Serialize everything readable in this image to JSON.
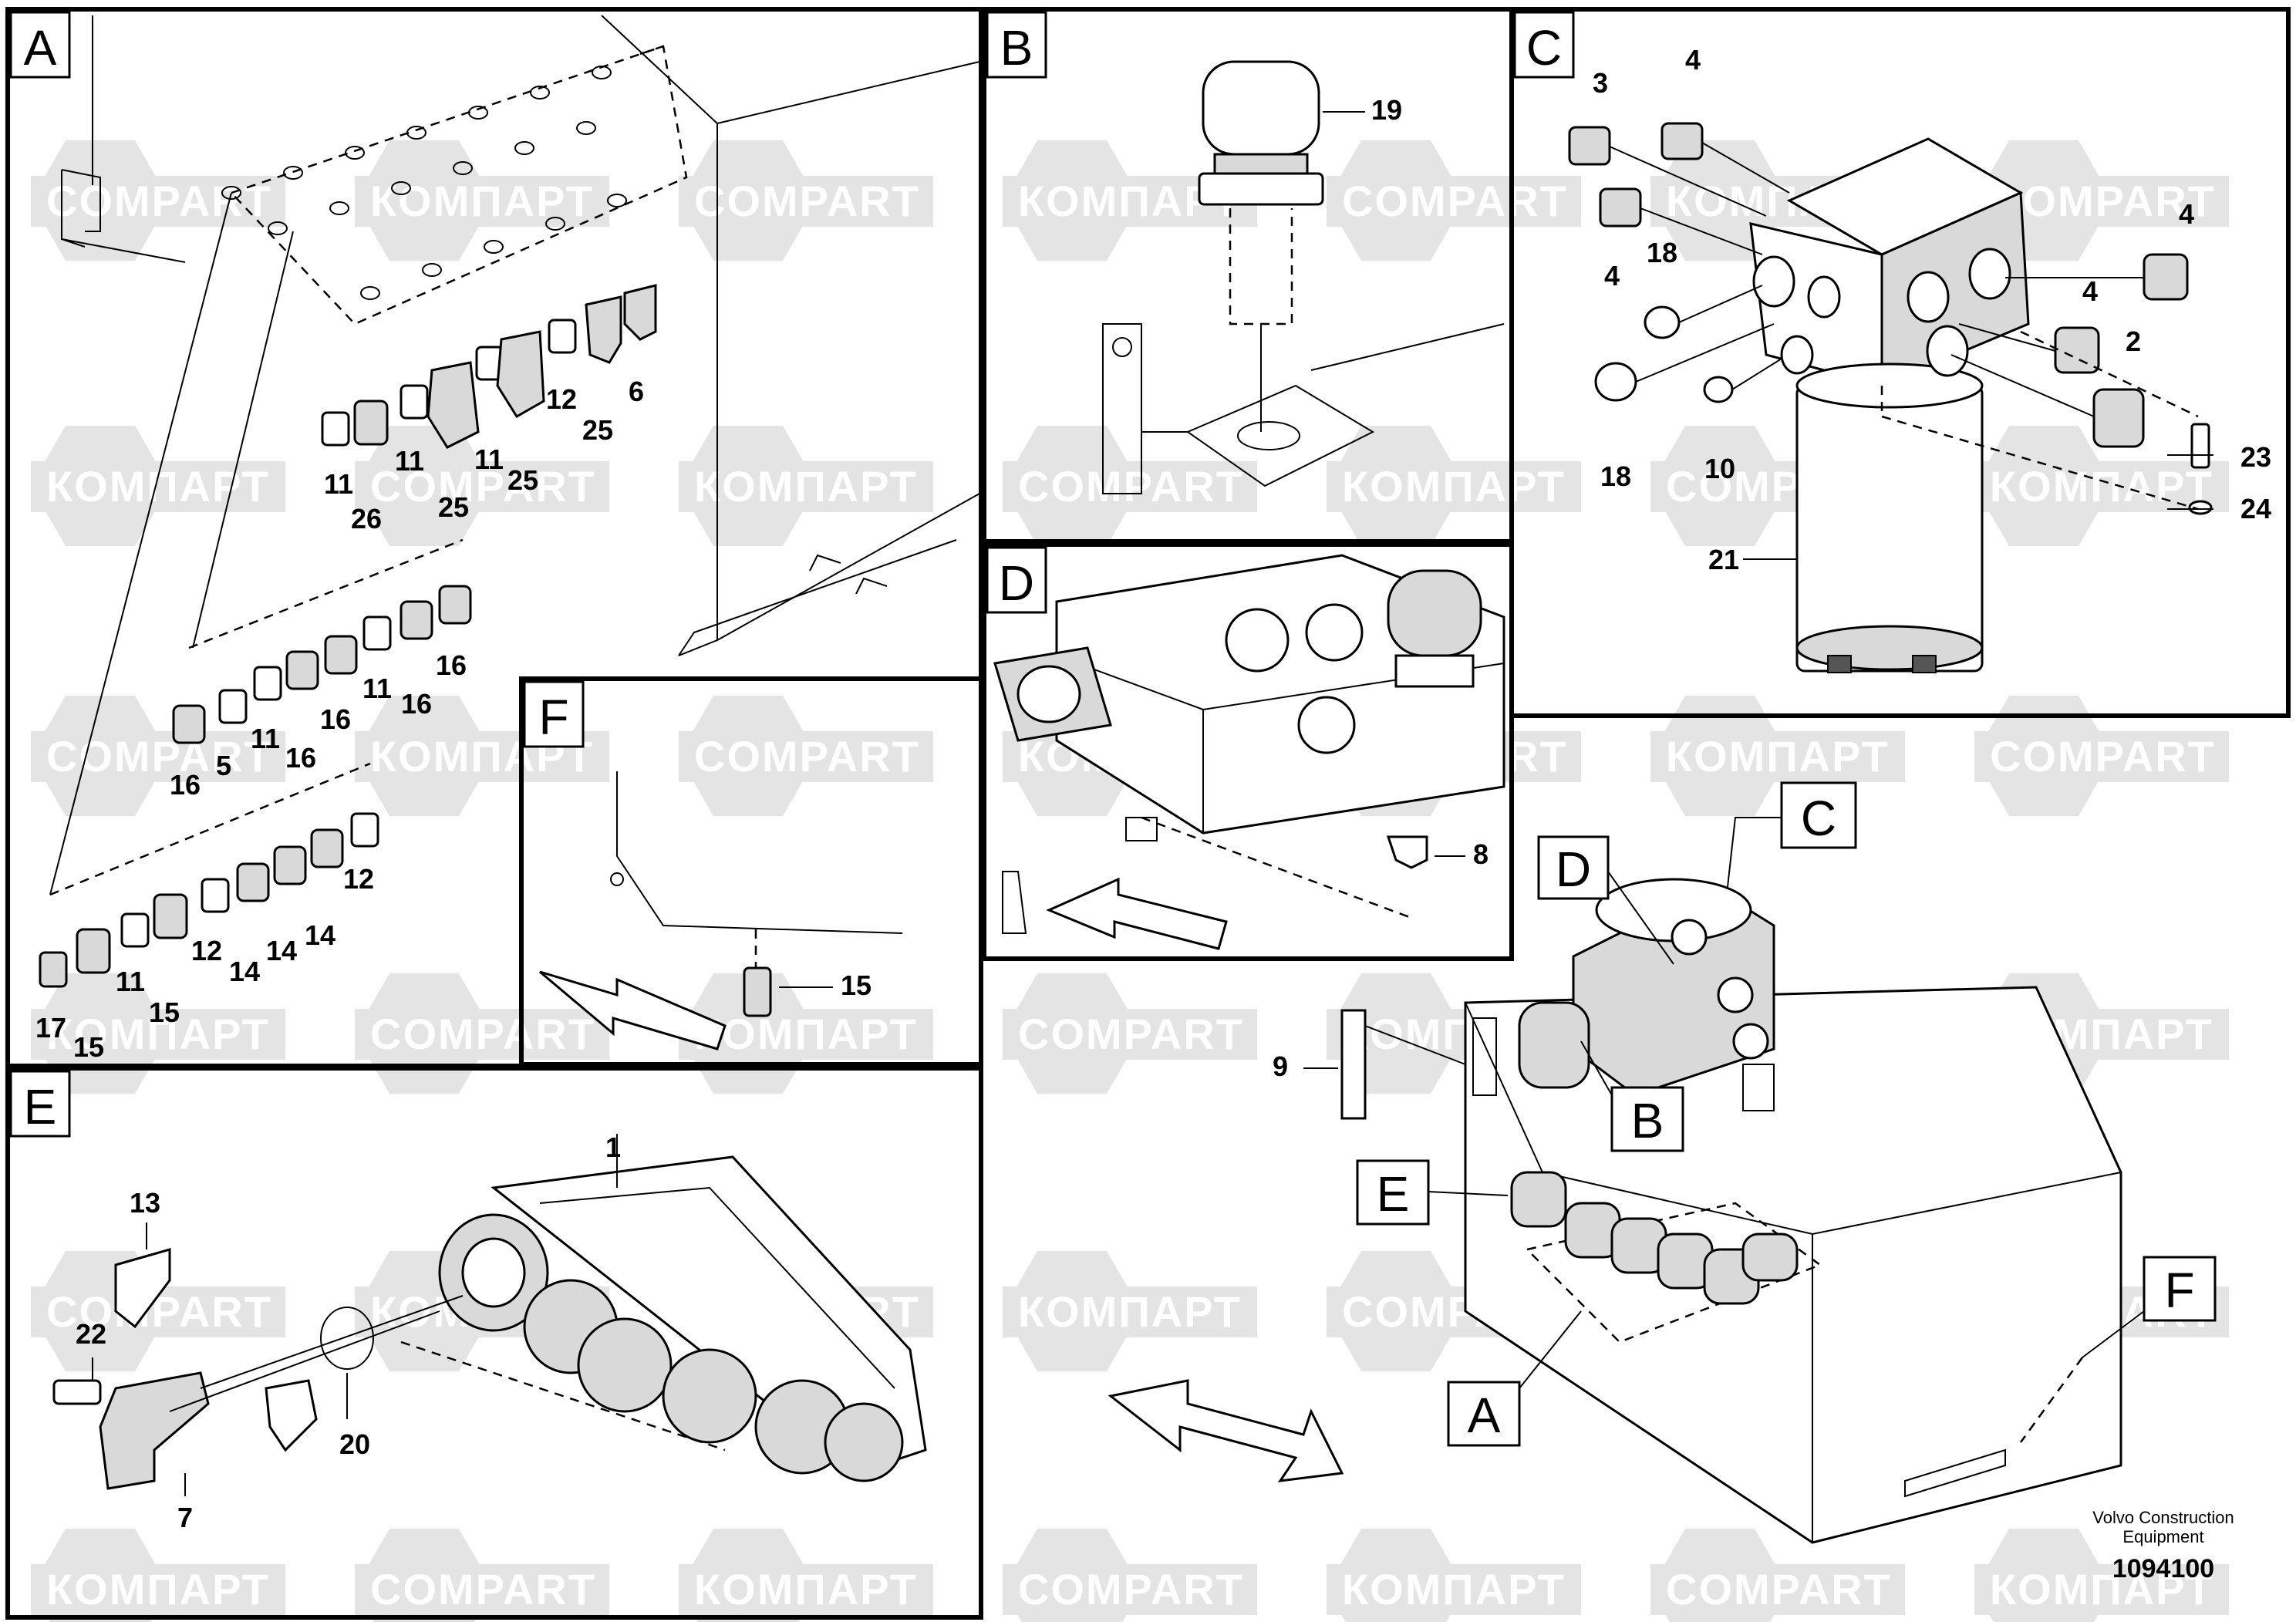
{
  "watermark": {
    "words": [
      "COMPART",
      "КОМПАРТ"
    ]
  },
  "sections": [
    {
      "id": "A",
      "label": "A"
    },
    {
      "id": "B",
      "label": "B"
    },
    {
      "id": "C",
      "label": "C"
    },
    {
      "id": "D",
      "label": "D"
    },
    {
      "id": "E",
      "label": "E"
    },
    {
      "id": "F",
      "label": "F"
    }
  ],
  "overview_callouts": [
    "A",
    "B",
    "C",
    "D",
    "E",
    "F"
  ],
  "part_labels": {
    "a": [
      "11",
      "26",
      "11",
      "25",
      "11",
      "25",
      "12",
      "25",
      "6",
      "16",
      "5",
      "11",
      "16",
      "16",
      "11",
      "16",
      "16",
      "17",
      "15",
      "11",
      "15",
      "12",
      "14",
      "14",
      "14",
      "12"
    ],
    "b": [
      "19"
    ],
    "c": [
      "3",
      "4",
      "4",
      "18",
      "4",
      "4",
      "2",
      "18",
      "10",
      "23",
      "24",
      "21"
    ],
    "d": [
      "8"
    ],
    "e": [
      "13",
      "22",
      "7",
      "20",
      "1"
    ],
    "f": [
      "15"
    ],
    "overview": [
      "9"
    ]
  },
  "footer": {
    "company_line1": "Volvo Construction",
    "company_line2": "Equipment",
    "drawing_number": "1094100"
  }
}
